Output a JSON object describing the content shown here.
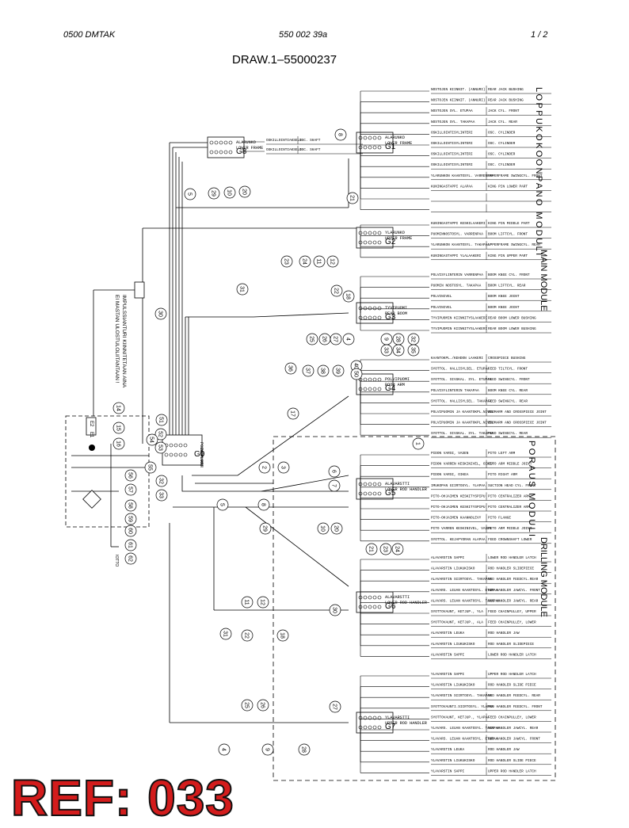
{
  "header": {
    "left": "0500   DMTAK",
    "center": "550 002 39a",
    "right": "1  /  2"
  },
  "drawing_title": "DRAW.1–55000237",
  "side_labels": {
    "loppukokoonpano": "LOPPUKOKOONPANO  MODULI",
    "main_module": "MAIN MODULE",
    "poraus": "PORAUS  MODULI",
    "drilling_module": "DRILLING MODULE",
    "impulse_note": [
      "IMPULSSIANTURI KIINNITETAAN AINA",
      "EI MASTAN ULOSTULOLIITANTAAN !"
    ]
  },
  "ref": "REF: 033",
  "groups": [
    {
      "id": "G1",
      "label": [
        "ALARUNKO",
        "LOWER FRAME"
      ],
      "rows": [
        [
          "NOSTOJEN KIINNIT. (ANNURI)",
          "REAR JACK BUSHING"
        ],
        [
          "NOSTOJEN KIINNIT. (ANNURI)",
          "REAR JACK BUSHING"
        ],
        [
          "NOSTOJEN SYL. ETUPAA",
          "JACK CYL. FRONT"
        ],
        [
          "NOSTOJEN SYL. TAKAPAA",
          "JACK CYL. REAR"
        ],
        [
          "OSKILLOINTISYLINTERI",
          "OSC. CYLINDER"
        ],
        [
          "OSKILLOINTISYLINTERI",
          "OSC. CYLINDER"
        ],
        [
          "OSKILLOINTISYLINTERI",
          "OSC. CYLINDER"
        ],
        [
          "OSKILLOINTISYLINTERI",
          "OSC. CYLINDER"
        ],
        [
          "YLARUNKON KAANTOSYL. VARRENPAA",
          "UPPERFRAME SWINGCYL. FRONT"
        ],
        [
          "KUNINGASTAPPI ALAPAA",
          "KING PIN LOWER PART"
        ],
        [
          "",
          ""
        ],
        [
          "",
          ""
        ]
      ]
    },
    {
      "id": "G2",
      "label": [
        "YLARUNKO",
        "UPPER FRAME"
      ],
      "rows": [
        [
          "KUNINGASTAPPI KESKILAAKERI",
          "KING PIN MIDDLE PART"
        ],
        [
          "PUOMINNOSTOSYL. VARRENPAA",
          "BOOM LIFTCYL. FRONT"
        ],
        [
          "YLARUNKON KAANTOSYL. TAKAPAA",
          "UPPERFRAME SWINGCYL. REAR"
        ],
        [
          "KUNINGASTAPPI YLALAAKERI",
          "KING PIN UPPER PART"
        ]
      ]
    },
    {
      "id": "G3",
      "label": [
        "TYVIPUOMI",
        "REAR BOOM"
      ],
      "rows": [
        [
          "POLVISYLINTERIN VARRENPAA",
          "BOOM KNEE CYL. FRONT"
        ],
        [
          "PUOMIN NOSTOSYL. TAKAPAA",
          "BOOM LIFTCYL. REAR"
        ],
        [
          "POLVINIVEL",
          "BOOM KNEE JOINT"
        ],
        [
          "POLVINIVEL",
          "BOOM KNEE JOINT"
        ],
        [
          "TYVIPUOMIN KIINNITYSLAAKERI",
          "REAR BOOM LOWER BUSHING"
        ],
        [
          "TYVIPUOMIN KIINNITYSLAAKERI",
          "REAR BOOM LOWER BUSHING"
        ]
      ]
    },
    {
      "id": "G4",
      "label": [
        "POLVIPUOMI",
        "BOOM ARM"
      ],
      "rows": [
        [
          "KAANTOKPL./KEHDON LAAKERI",
          "CROSSPIECE BUSHING"
        ],
        [
          "SYOTTOL. HALLISYLSEL. ETUPAA",
          "FEED TILTCYL. FRONT"
        ],
        [
          "SYOTTOL. SIVUKAL. SYL. ETUPAA",
          "FEED SWINGCYL. FRONT"
        ],
        [
          "POLVISYLINTERIN TAKAPAA",
          "BOOM KNEE CYL. REAR"
        ],
        [
          "SYOTTOL. HALLISYLSEL. TAKAPAA",
          "FEED SWINGCYL. REAR"
        ],
        [
          "POLVIPUOMIN JA KAANTOKPL.NIVEL",
          "BOOMARM AND CROSSPIECE JOINT"
        ],
        [
          "POLVIPUOMIN JA KAANTOKPL.NIVEL",
          "BOOMARM AND CROSSPIECE JOINT"
        ],
        [
          "SYOTTOL. SIVUKAL. SYL. TAKAPAA",
          "FEED SWINGCYL. REAR"
        ]
      ]
    },
    {
      "id": "G5",
      "label": [
        "ALAVARSTTI",
        "LOWER ROD HANDLER"
      ],
      "rows": [
        [
          "PIDON VARSI, VASEN",
          "PITO LEFT ARM"
        ],
        [
          "PIDON VARREN KESKINIVEL, OIKEA",
          "PITO ARM MIDDLE JOINT"
        ],
        [
          "PIDON VARSI, OIKEA",
          "PITO RIGHT ARM"
        ],
        [
          "IMUKOPAN GIIRTOSYL. YLAPAA",
          "SUCTION HEAD CYL. FRONT"
        ],
        [
          "PITO-OHJAIMEN KESKITYSPIPU",
          "PITO CENTRALIZER ARM"
        ],
        [
          "PITO-OHJAIMEN KESKITYSPIPU",
          "PITO CENTRALIZER ARM"
        ],
        [
          "PITO-OHJAIMEN KAANNOLEVY",
          "PITO FLANGE"
        ],
        [
          "PITO VARREN KESKINIVEL, VASEN",
          "PITO ARM MIDDLE JOINT"
        ],
        [
          "SYOTTOL. KEJAPYORAN ALAPAA",
          "FEED CROWNSHAFT LOWER"
        ]
      ]
    },
    {
      "id": "G6",
      "label": [
        "ALAVARSTTI",
        "LOWER ROD HANDLER"
      ],
      "rows": [
        [
          "ALAVARSTIN SAPPI",
          "LOWER ROD HANDLER LATCH"
        ],
        [
          "ALAVARSTIN LIUKUKISKO",
          "ROD HANDLER SLIDEPIECE"
        ],
        [
          "ALAVARSTIN SIIRTOSYL. TAKAPAA",
          "ROD HANDLER FEEDCYL.REAR"
        ],
        [
          "ALAVARS. LEUAN KAANTOSYL. ETUPAA",
          "ROD HANDLER JAWCYL. FRONT"
        ],
        [
          "ALAVARS. LEUAN KAANTOSYL. TAKAPAA",
          "ROD HANDLER JAWCYL. REAR"
        ],
        [
          "SYOTTOVAUNT, KETJUP., YLA",
          "FEED CHAINPULLEY, UPPER"
        ],
        [
          "SYOTTOVAUNT, KETJUP., ALA",
          "FEED CHAINPULLEY, LOWER"
        ],
        [
          "ALAVARSTIN LEUKA",
          "ROD HANDLER JAW"
        ],
        [
          "ALAVARSTIN LIUKUKISKO",
          "ROD HANDLER SLIDEPIECE"
        ],
        [
          "ALAVARSTIN SAPPI",
          "LOWER ROD HANDLER LATCH"
        ]
      ]
    },
    {
      "id": "G7",
      "label": [
        "YLAVARSTTI",
        "UPPER ROD HANDLER"
      ],
      "rows": [
        [
          "YLAVARSTIN SAPPI",
          "UPPER ROD HANDLER LATCH"
        ],
        [
          "YLAVARSTIN LIUKUKISKO",
          "ROD HANDLER SLIDE PIECE"
        ],
        [
          "YLAVARSTIN SIIRTOSYL. TAKAPAA",
          "ROD HANDLER FEEDCYL. REAR"
        ],
        [
          "SYOTTOVAUNTI.SIIRTOSYL. YLAPAA",
          "ROD HANDLER FEEDCYL. FRONT"
        ],
        [
          "SYOTTOVAUNT, KETJUP., YLAPAA",
          "FEED CHAINPULLEY, LOWER"
        ],
        [
          "YLAVARS. LEUAN KAANTOSYL. TAKAPAA",
          "ROD HANDLER JAWCYL. REAR"
        ],
        [
          "YLAVARS. LEUAN KAANTOSYL. ETUPAA",
          "ROD HANDLER JAWCYL. FRONT"
        ],
        [
          "YLAVARSTIN LEUKA",
          "ROD HANDLER JAW"
        ],
        [
          "YLAVARSTIN LIUKUKISKO",
          "ROD HANDLER SLIDE PIECE"
        ],
        [
          "YLAVARSTIN SAPPI",
          "UPPER ROD HANDLER LATCH"
        ]
      ]
    },
    {
      "id": "G8",
      "label": [
        "ALARUNKO",
        "LOWER FRAME"
      ],
      "rows": [
        [
          "OSKILLOINTIAKSELI",
          "OSC. SHAFT"
        ],
        [
          "OSKILLOINTIAKSELI",
          "OSC. SHAFT"
        ]
      ]
    },
    {
      "id": "G0",
      "label": [
        "POLVIPUOMI",
        "BOOM ARM"
      ],
      "rows": []
    }
  ],
  "cable_numbers": [
    "8",
    "5",
    "29",
    "10",
    "20",
    "21",
    "23",
    "24",
    "11",
    "12",
    "30",
    "31",
    "22",
    "18",
    "25",
    "26",
    "27",
    "4",
    "9",
    "28",
    "32",
    "33",
    "34",
    "35",
    "36",
    "37",
    "38",
    "39",
    "40",
    "50",
    "51",
    "52",
    "53",
    "54",
    "55",
    "56",
    "57",
    "58",
    "59",
    "60",
    "61",
    "62",
    "14",
    "15",
    "16",
    "17",
    "1",
    "2",
    "3",
    "6",
    "7"
  ],
  "left_box": {
    "labels": [
      "E1",
      "E2"
    ],
    "bottom_label": "IOTTO"
  }
}
